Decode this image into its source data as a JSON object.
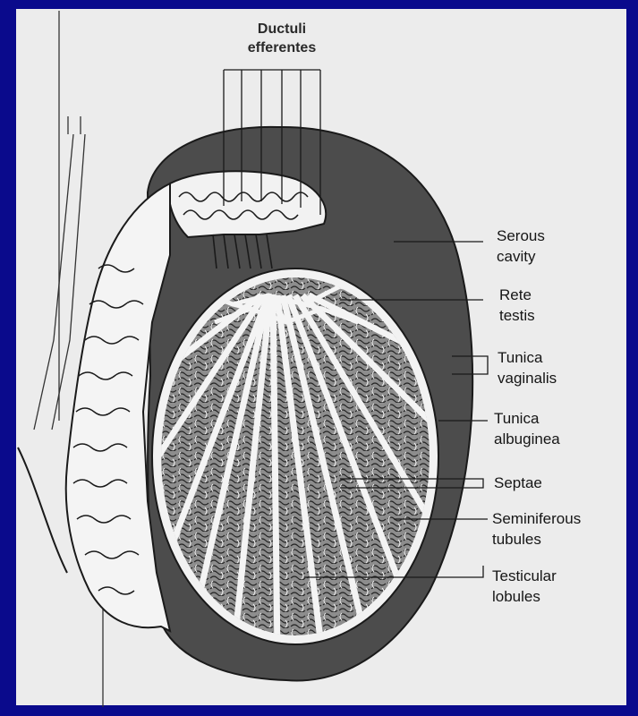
{
  "figure": {
    "colors": {
      "background": "#0a0a8c",
      "paper": "#ececec",
      "cavity": "#4c4c4c",
      "lobule": "#8d8d8d",
      "outline": "#1a1a1a"
    },
    "labels": {
      "ductuli": [
        "Ductuli",
        "efferentes"
      ],
      "serous": [
        "Serous",
        "cavity"
      ],
      "rete": [
        "Rete",
        "testis"
      ],
      "vaginalis": [
        "Tunica",
        "vaginalis"
      ],
      "albuginea": [
        "Tunica",
        "albuginea"
      ],
      "septae": [
        "Septae"
      ],
      "seminiferous": [
        "Seminiferous",
        "tubules"
      ],
      "lobules": [
        "Testicular",
        "lobules"
      ]
    }
  }
}
